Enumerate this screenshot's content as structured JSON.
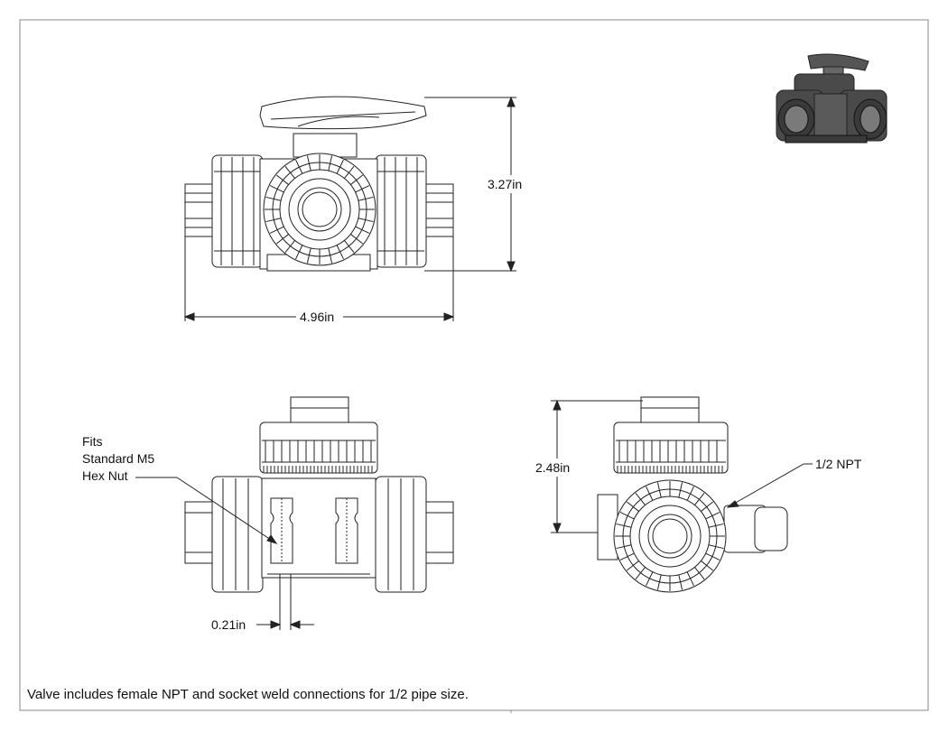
{
  "dimensions": {
    "height_front": "3.27in",
    "width_front": "4.96in",
    "height_side": "2.48in",
    "slot_width": "0.21in"
  },
  "callouts": {
    "nut_line1": "Fits",
    "nut_line2": "Standard M5",
    "nut_line3": "Hex Nut",
    "thread": "1/2 NPT"
  },
  "footer_note": "Valve includes female NPT and socket weld connections for 1/2 pipe size.",
  "colors": {
    "line": "#222222",
    "frame": "#888888",
    "render_dark": "#4a4a4a"
  }
}
